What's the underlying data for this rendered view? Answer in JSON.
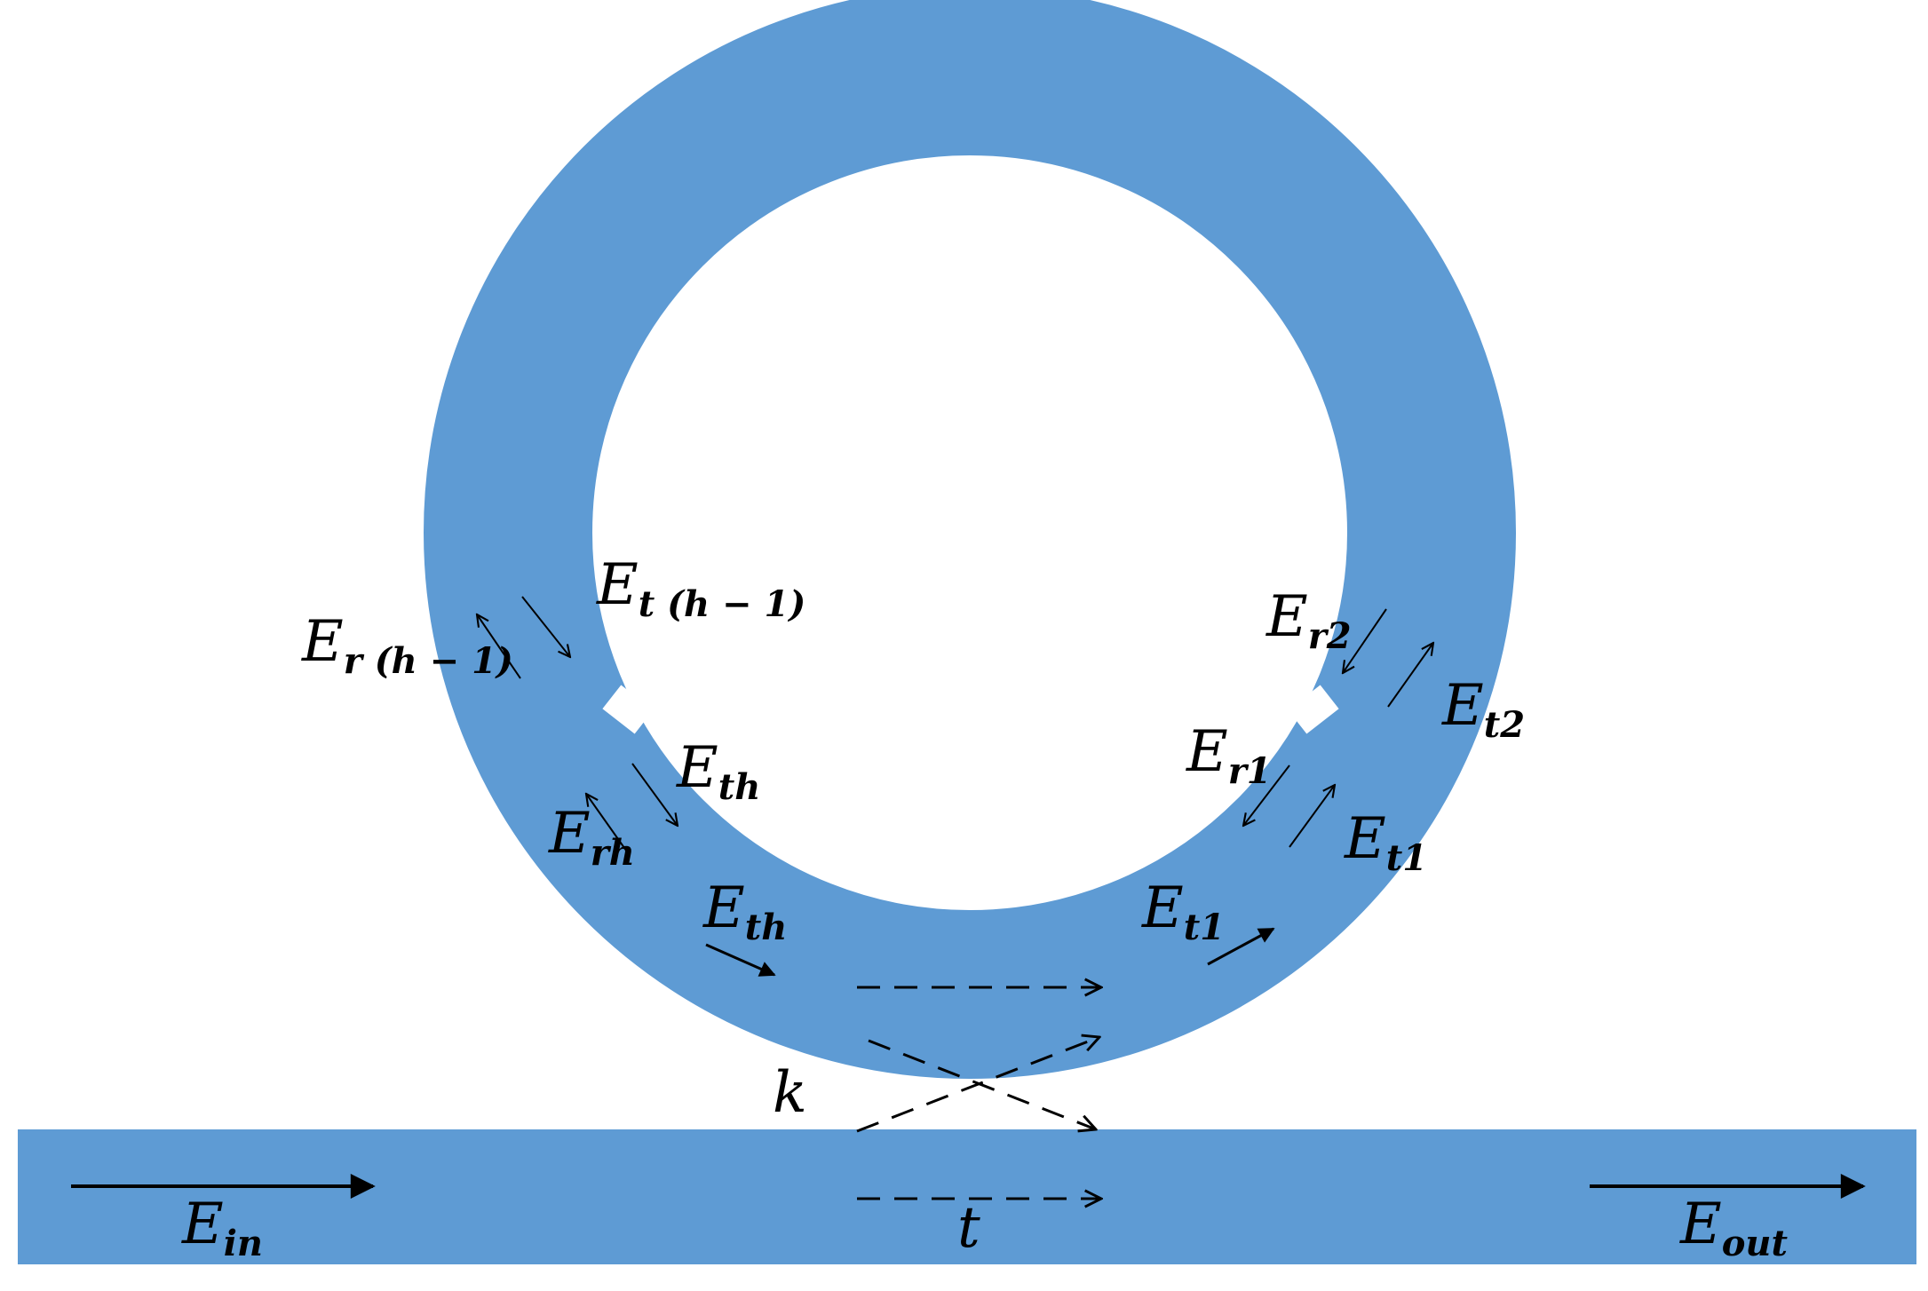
{
  "colors": {
    "waveguide": "#5e9bd4",
    "background": "#ffffff",
    "ink": "#000000"
  },
  "labels": {
    "e_in": {
      "main": "E",
      "sub": "in"
    },
    "e_out": {
      "main": "E",
      "sub": "out"
    },
    "t": "t",
    "k": "k",
    "e_th_lower": {
      "main": "E",
      "sub": "th"
    },
    "e_t1_lower": {
      "main": "E",
      "sub": "t1"
    },
    "e_rh": {
      "main": "E",
      "sub": "rh"
    },
    "e_th_upper": {
      "main": "E",
      "sub": "th"
    },
    "e_r_h_minus_1": {
      "main": "E",
      "sub": "r (h − 1)"
    },
    "e_t_h_minus_1": {
      "main": "E",
      "sub": "t (h − 1)"
    },
    "e_r1": {
      "main": "E",
      "sub": "r1"
    },
    "e_t1_upper": {
      "main": "E",
      "sub": "t1"
    },
    "e_r2": {
      "main": "E",
      "sub": "r2"
    },
    "e_t2": {
      "main": "E",
      "sub": "t2"
    }
  }
}
